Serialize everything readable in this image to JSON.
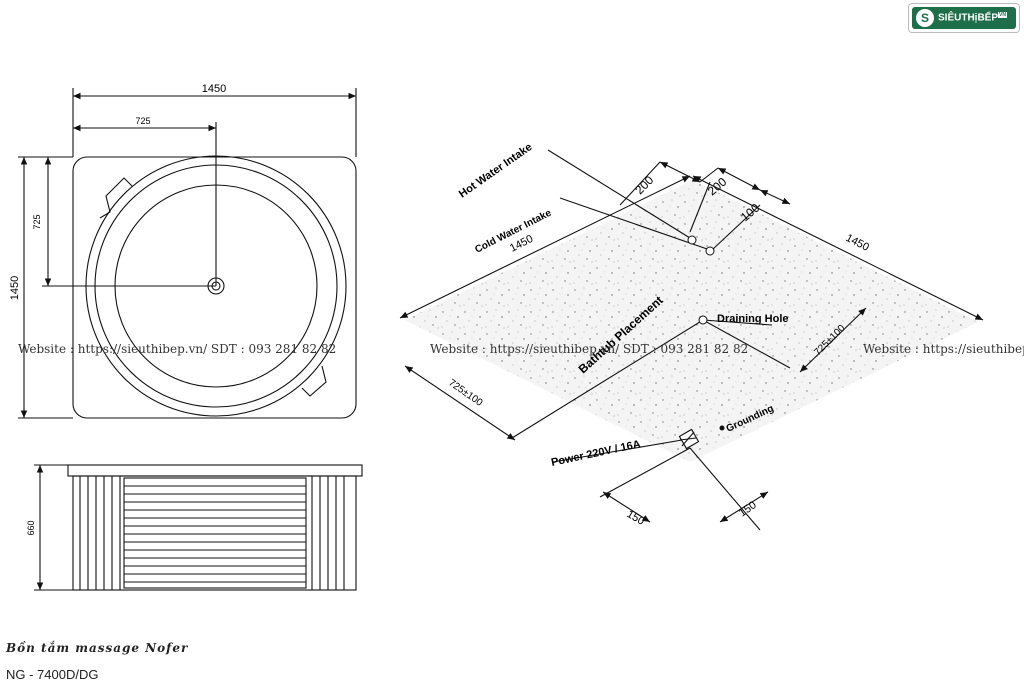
{
  "brand": {
    "logo_text": "SIÊUTHịBẾP",
    "logo_suffix": "VN",
    "logo_mark": "S"
  },
  "plan_view": {
    "width_label": "1450",
    "half_width_label": "725",
    "height_label": "1450",
    "half_height_label": "725"
  },
  "side_view": {
    "height_label": "660"
  },
  "install_view": {
    "hot_water": "Hot Water Intake",
    "cold_water": "Cold Water Intake",
    "dim_200_left": "200",
    "dim_200_right": "200",
    "dim_100": "100",
    "dim_1450_left": "1450",
    "dim_1450_right": "1450",
    "placement": "Bathtub Placement",
    "draining": "Draining Hole",
    "dim_725_right": "725±100",
    "dim_725_left": "725±100",
    "grounding": "Grounding",
    "power": "Power 220V / 16A",
    "dim_150_left": "150",
    "dim_150_right": "150"
  },
  "watermark": "Website : https://sieuthibep.vn/      SDT : 093 281 82 82",
  "caption": {
    "title": "Bồn tắm massage Nofer",
    "model": "NG - 7400D/DG"
  }
}
